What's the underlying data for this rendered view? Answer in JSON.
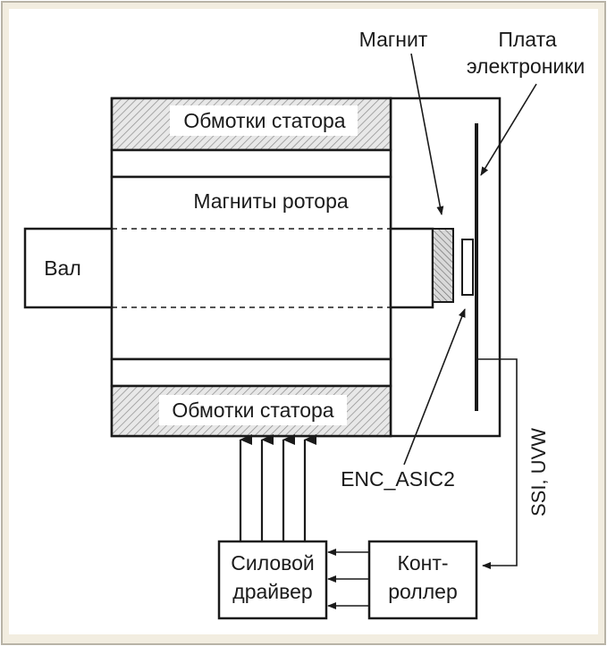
{
  "labels": {
    "stator_top": "Обмотки статора",
    "stator_bottom": "Обмотки статора",
    "rotor_magnets": "Магниты ротора",
    "shaft": "Вал",
    "magnet": "Магнит",
    "board_line1": "Плата",
    "board_line2": "электроники",
    "asic": "ENC_ASIC2",
    "interface": "SSI, UVW",
    "driver_line1": "Силовой",
    "driver_line2": "драйвер",
    "controller_line1": "Конт-",
    "controller_line2": "роллер"
  },
  "colors": {
    "frame_bg": "#f2ede0",
    "frame_border": "#b8b3a6",
    "ink": "#1a1a1a",
    "hatch": "#8a8a8a"
  }
}
